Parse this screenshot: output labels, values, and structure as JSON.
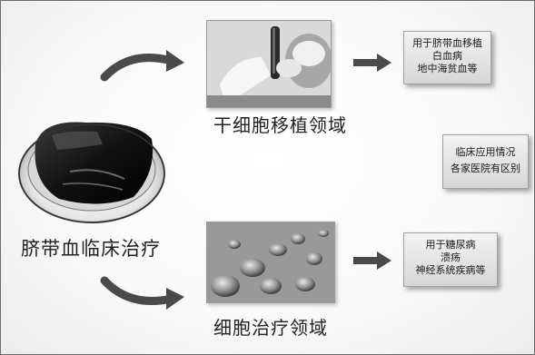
{
  "center_label": "脐带血临床治疗",
  "top_branch": {
    "caption": "干细胞移植领域",
    "note_lines": [
      "用于脐带血移植",
      "白血病",
      "地中海贫血等"
    ]
  },
  "middle_note": {
    "lines": [
      "临床应用情况",
      "各家医院有区别"
    ]
  },
  "bottom_branch": {
    "caption": "细胞治疗领域",
    "note_lines": [
      "用于糖尿病",
      "溃疡",
      "神经系统疾病等"
    ]
  }
}
